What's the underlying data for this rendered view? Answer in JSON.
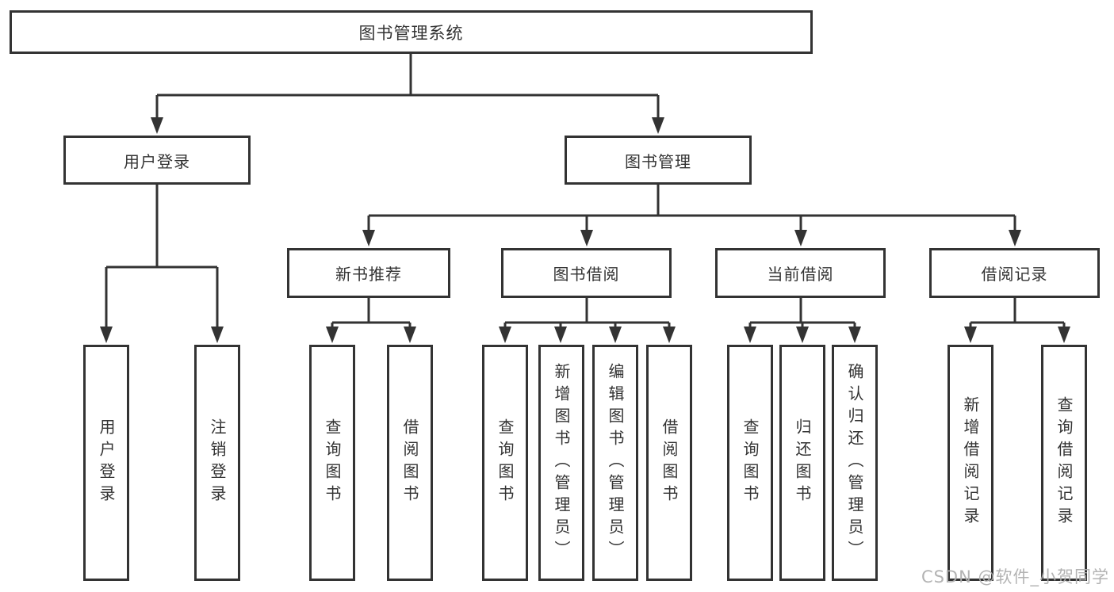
{
  "tree": {
    "root": {
      "label": "图书管理系统"
    },
    "level2": [
      {
        "label": "用户登录"
      },
      {
        "label": "图书管理"
      }
    ],
    "level3": [
      {
        "label": "新书推荐"
      },
      {
        "label": "图书借阅"
      },
      {
        "label": "当前借阅"
      },
      {
        "label": "借阅记录"
      }
    ],
    "leaves": [
      {
        "label": "用户登录"
      },
      {
        "label": "注销登录"
      },
      {
        "label": "查询图书"
      },
      {
        "label": "借阅图书"
      },
      {
        "label": "查询图书"
      },
      {
        "label": "新增图书（管理员）"
      },
      {
        "label": "编辑图书（管理员）"
      },
      {
        "label": "借阅图书"
      },
      {
        "label": "查询图书"
      },
      {
        "label": "归还图书"
      },
      {
        "label": "确认归还（管理员）"
      },
      {
        "label": "新增借阅记录"
      },
      {
        "label": "查询借阅记录"
      }
    ]
  },
  "watermark": "CSDN @软件_小贺同学",
  "colors": {
    "line": "#333333",
    "text": "#333333",
    "background": "#ffffff",
    "watermark": "#afafaf"
  }
}
